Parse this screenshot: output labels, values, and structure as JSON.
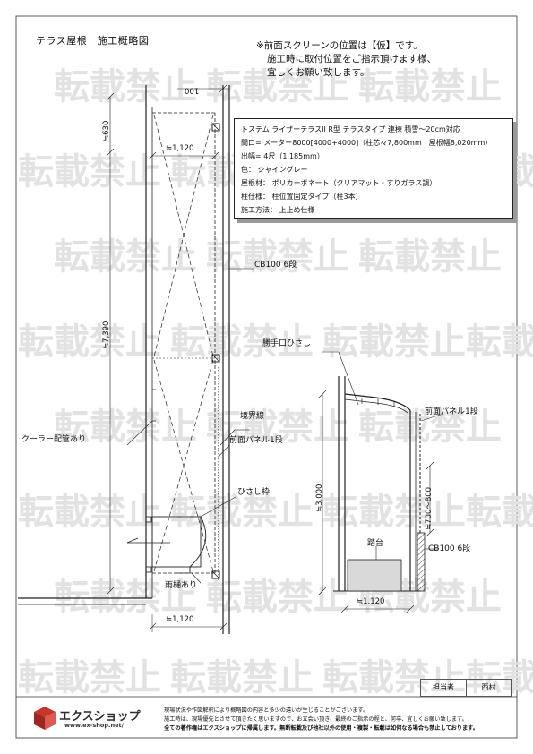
{
  "page": {
    "title": "テラス屋根　施工概略図",
    "watermark": "転載禁止",
    "colors": {
      "line": "#222222",
      "gray_fill": "#d9d9d9",
      "watermark": "#e2e2e2",
      "logo_red": "#c8352e"
    }
  },
  "notes": [
    "※前面スクリーンの位置は【仮】です。",
    "施工時に取付位置をご指示頂けます様、",
    "宜しくお願い致します。"
  ],
  "spec": {
    "product": "トステム ライザーテラスII R型 テラスタイプ 連棟 積雪～20cm対応",
    "frontage": "間口= メーター8000[4000+4000]（柱芯々7,800mm　屋根幅8,020mm）",
    "projection": "出幅= 4尺（1,185mm）",
    "color": "色： シャイングレー",
    "roof_material": "屋根材： ポリカーボネート（クリアマット・すりガラス調）",
    "pillar": "柱仕様： 柱位置固定タイプ（柱3本）",
    "method": "施工方法： 上止め仕様"
  },
  "plan": {
    "dim_top": "100",
    "dim_630": "≒630",
    "dim_1120_top": "≒1,120",
    "dim_7390": "≒7,390",
    "dim_1120_bottom": "≒1,120",
    "label_cb100": "CB100 6段",
    "label_boundary": "境界線",
    "label_front_panel": "前面パネル1段",
    "label_cooler": "クーラー配管あり",
    "label_eave": "ひさし枠",
    "label_gutter": "雨樋あり"
  },
  "section": {
    "label_kitchen_eave": "勝手口ひさし",
    "label_front_panel": "前面パネル1段",
    "dim_3000": "≒3,000",
    "dim_700_800": "≒700～800",
    "label_step": "踏台",
    "label_cb100": "CB100 6段",
    "dim_1120": "≒1,120"
  },
  "footer": {
    "staff_label": "担当者",
    "staff_name": "西村",
    "logo_name": "エクスショップ",
    "logo_url": "www.ex-shop.net/",
    "disclaimer": [
      "現場状況や作図解釈により概略図の内容と多少の違いが生じることがございます。",
      "施工時は、現場優先とさせて頂きたく思いますので、お立会い頂き、最終のご指示の程と、何卒、宜しくお願い致します。",
      "全ての著作権はエクスショップに帰属します。無断転載及び他社以外の使用・複製・転載は如何なる場合も禁止しております。"
    ]
  }
}
